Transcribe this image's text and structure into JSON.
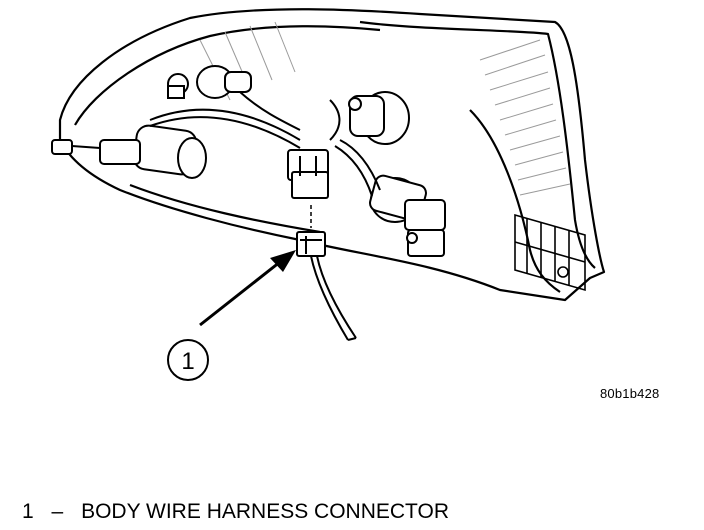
{
  "diagram": {
    "callouts": [
      {
        "number": "1"
      }
    ],
    "reference_code": "80b1b428"
  },
  "legend": [
    {
      "number": "1",
      "dash": "–",
      "label": "BODY WIRE HARNESS CONNECTOR"
    }
  ],
  "colors": {
    "line": "#000000",
    "background": "#ffffff",
    "shade": "#9a9a9a"
  }
}
